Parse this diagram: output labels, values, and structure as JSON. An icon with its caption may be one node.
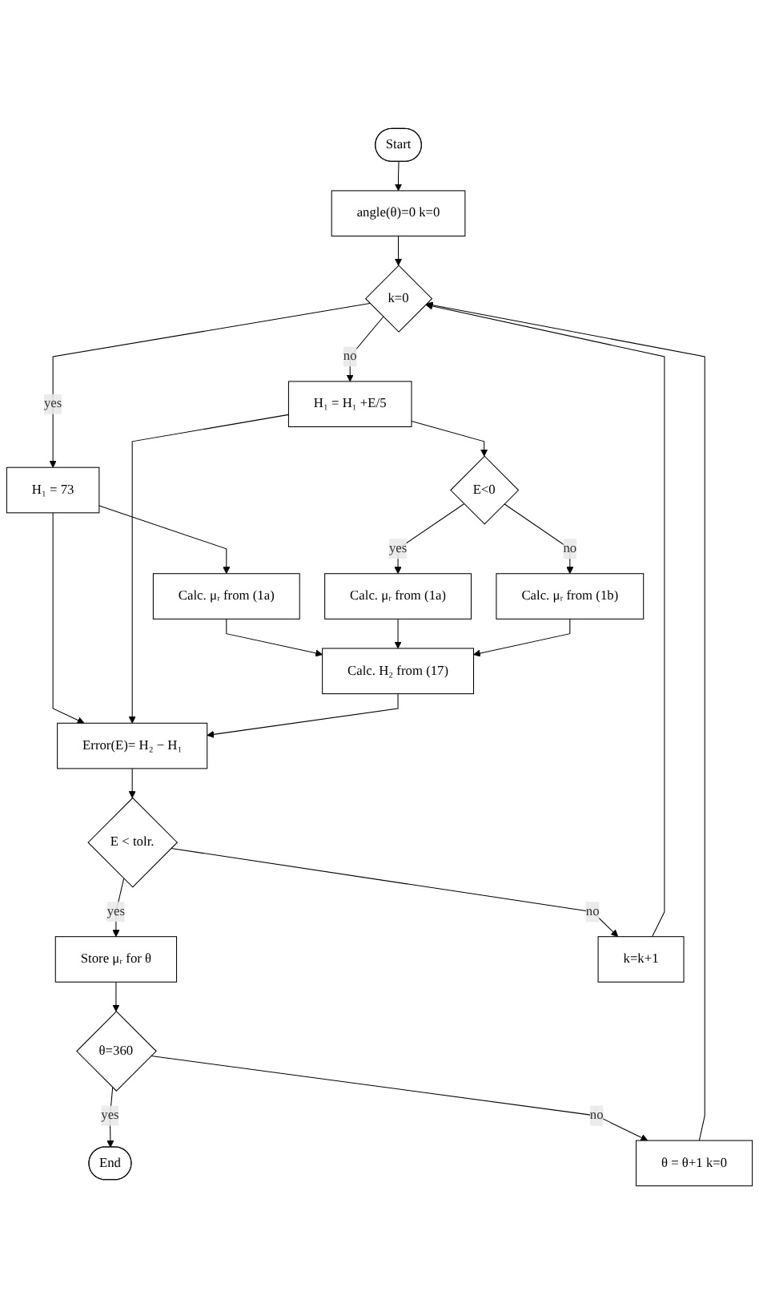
{
  "diagram": {
    "nodes": [
      {
        "text": [
          "Start"
        ]
      },
      {
        "text": [
          "angle(θ)=0 k=0"
        ]
      },
      {
        "text": [
          "k=0"
        ]
      },
      {
        "text": [
          "H₁ = 73"
        ]
      },
      {
        "text": [
          "H₁ = H₁ +E/5"
        ]
      },
      {
        "text": [
          "E<0"
        ]
      },
      {
        "text": [
          "Calc. μᵣ from (1a)"
        ]
      },
      {
        "text": [
          "Calc. μᵣ from (1a)"
        ]
      },
      {
        "text": [
          "Calc. μᵣ from (1b)"
        ]
      },
      {
        "text": [
          "Calc. H₂ from (17)"
        ]
      },
      {
        "text": [
          "Error(E)= H₂ − H₁"
        ]
      },
      {
        "text": [
          "E < tolr."
        ]
      },
      {
        "text": [
          "Store μᵣ for θ"
        ]
      },
      {
        "text": [
          "θ=360"
        ]
      },
      {
        "text": [
          "End"
        ]
      },
      {
        "text": [
          "θ = θ+1 k=0"
        ]
      },
      {
        "text": [
          "k=k+1"
        ]
      }
    ],
    "edges": [
      {
        "from": 0,
        "to": 1,
        "arrow": "to"
      },
      {
        "from": 1,
        "to": 2,
        "arrow": "to"
      },
      {
        "from": 2,
        "to": 3,
        "label": "yes",
        "arrow": "to"
      },
      {
        "from": 2,
        "to": 4,
        "label": "no",
        "arrow": "to"
      },
      {
        "from": 3,
        "to": 6,
        "arrow": "to"
      },
      {
        "from": 4,
        "to": 5,
        "arrow": "to"
      },
      {
        "from": 5,
        "to": 7,
        "label": "yes",
        "arrow": "to"
      },
      {
        "from": 5,
        "to": 8,
        "label": "no",
        "arrow": "to"
      },
      {
        "from": 6,
        "to": 9,
        "arrow": "to"
      },
      {
        "from": 7,
        "to": 9,
        "arrow": "to"
      },
      {
        "from": 8,
        "to": 9,
        "arrow": "to"
      },
      {
        "from": 3,
        "to": 10,
        "arrow": "to"
      },
      {
        "from": 4,
        "to": 10,
        "arrow": "to"
      },
      {
        "from": 9,
        "to": 10,
        "arrow": "to"
      },
      {
        "from": 10,
        "to": 11,
        "arrow": "to"
      },
      {
        "from": 11,
        "to": 12,
        "label": "yes",
        "arrow": "to"
      },
      {
        "from": 11,
        "to": 16,
        "label": "no",
        "arrow": "to"
      },
      {
        "from": 16,
        "to": 2,
        "arrow": "to"
      },
      {
        "from": 12,
        "to": 13,
        "arrow": "to"
      },
      {
        "from": 13,
        "to": 14,
        "label": "yes",
        "arrow": "to"
      },
      {
        "from": 13,
        "to": 15,
        "label": "no",
        "arrow": "to"
      },
      {
        "from": 15,
        "to": 2,
        "arrow": "to"
      }
    ]
  }
}
